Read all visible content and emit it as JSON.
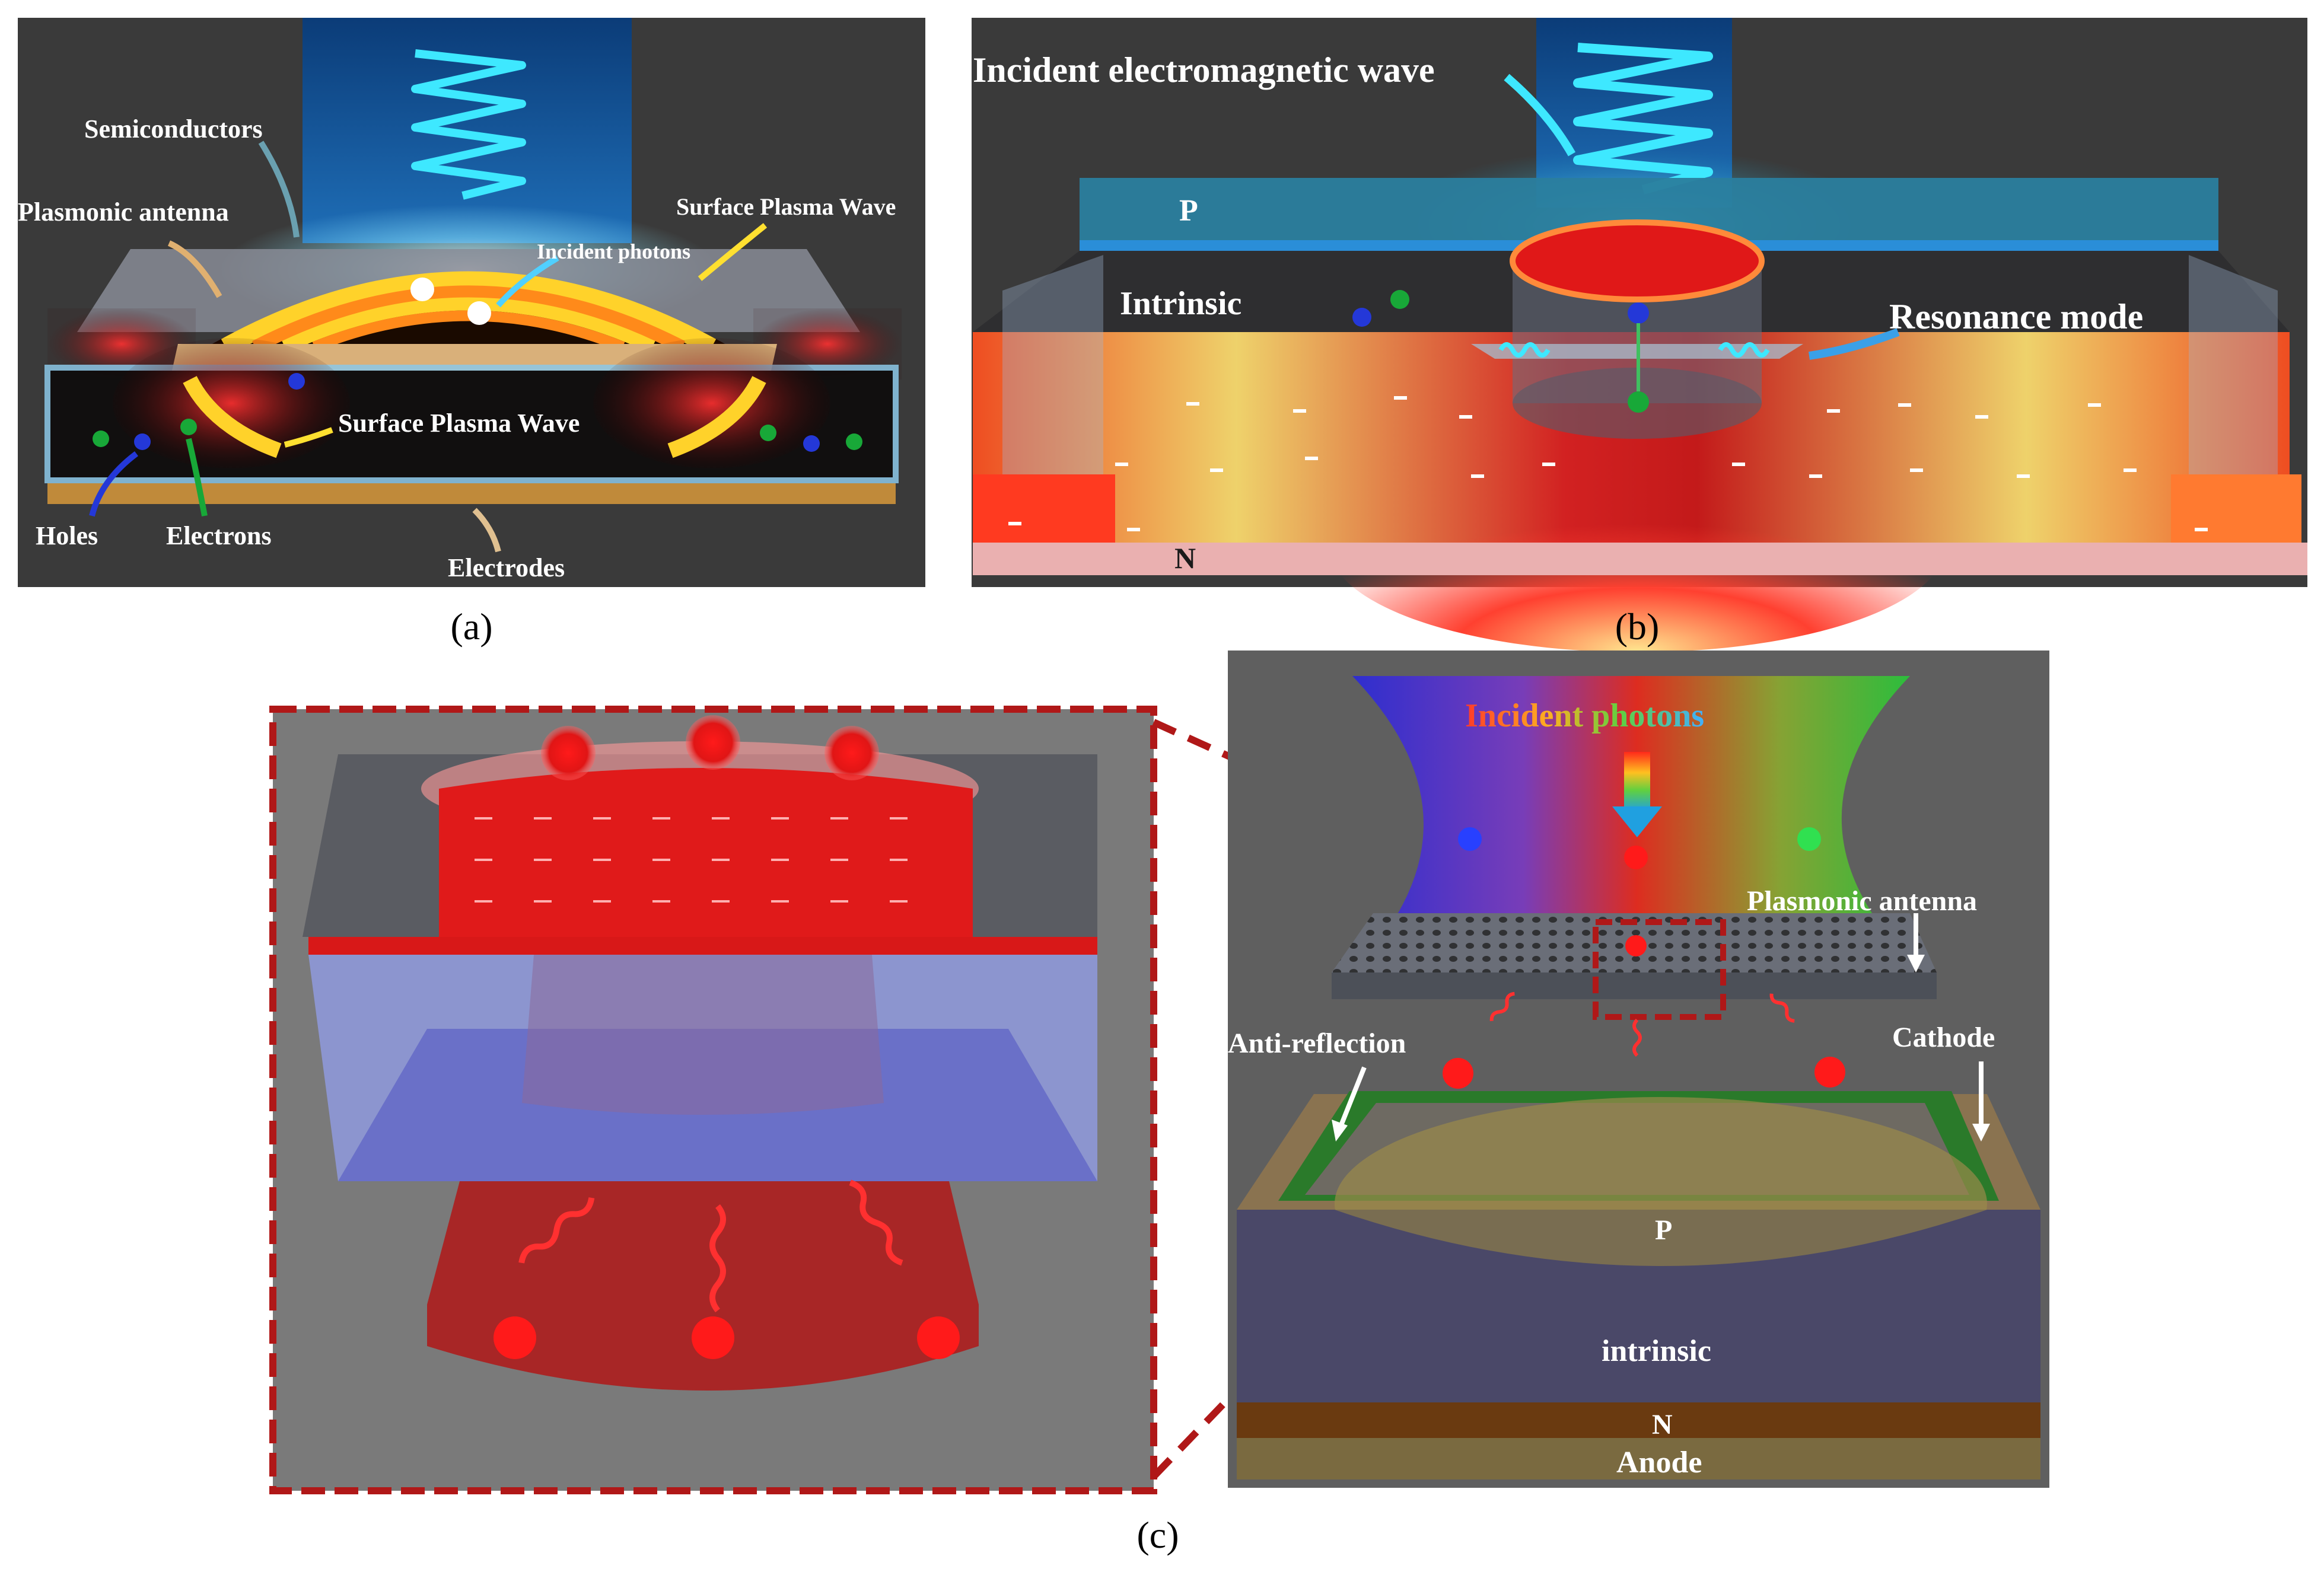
{
  "panel_a": {
    "caption_prefix": "(",
    "caption_letter": "a",
    "caption_suffix": ")",
    "labels": {
      "semiconductors": "Semiconductors",
      "plasmonic_antenna": "Plasmonic antenna",
      "surface_plasma_wave_top": "Surface Plasma Wave",
      "incident_photons": "Incident photons",
      "surface_plasma_wave_mid": "Surface Plasma Wave",
      "holes": "Holes",
      "electrons": "Electrons",
      "electrodes": "Electrodes"
    }
  },
  "panel_b": {
    "caption_prefix": "(",
    "caption_letter": "b",
    "caption_suffix": ")",
    "labels": {
      "incident_wave": "Incident electromagnetic wave",
      "p": "P",
      "intrinsic": "Intrinsic",
      "resonance_mode": "Resonance mode",
      "n": "N"
    }
  },
  "panel_c": {
    "caption_prefix": "(",
    "caption_letter": "c",
    "caption_suffix": ")",
    "labels": {
      "incident_photons": "Incident photons",
      "plasmonic_antenna": "Plasmonic antenna",
      "anti_reflection": "Anti-reflection",
      "cathode": "Cathode",
      "p": "P",
      "intrinsic": "intrinsic",
      "n": "N",
      "anode": "Anode"
    }
  },
  "colors": {
    "background_dark": "#3a3a3a",
    "hot_red": "#ff2020",
    "hot_yellow": "#ffe84a",
    "cyan_wave": "#38e0ff",
    "dashed_frame": "#b01818"
  }
}
